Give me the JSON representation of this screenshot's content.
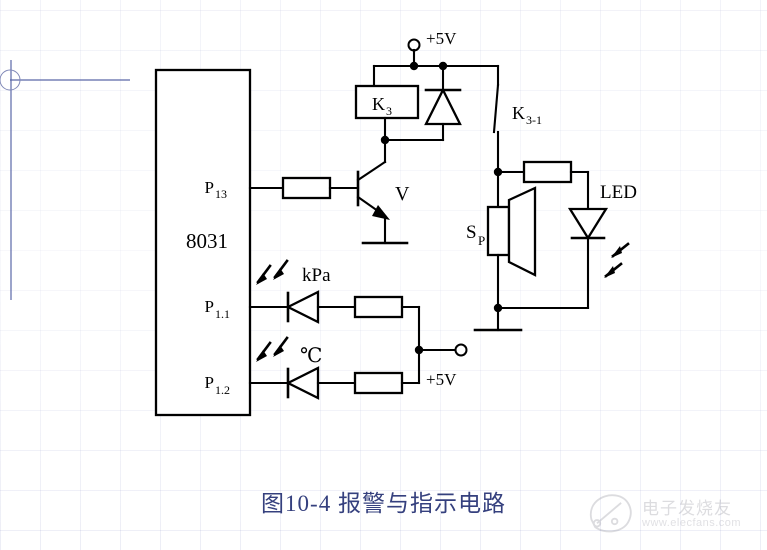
{
  "figure": {
    "caption": "图10-4  报警与指示电路",
    "caption_color": "#35407e",
    "line_color": "#000000",
    "background": "#ffffff"
  },
  "chip": {
    "label": "8031",
    "pins": [
      {
        "id": "p13",
        "label_main": "P",
        "label_sub": "13"
      },
      {
        "id": "p11",
        "label_main": "P",
        "label_sub": "1.1"
      },
      {
        "id": "p12",
        "label_main": "P",
        "label_sub": "1.2"
      }
    ]
  },
  "components": {
    "transistor": {
      "label": "V"
    },
    "relay_coil": {
      "label_main": "K",
      "label_sub": "3"
    },
    "relay_contact": {
      "label_main": "K",
      "label_sub": "3-1"
    },
    "speaker": {
      "label_main": "S",
      "label_sub": "P"
    },
    "led_indicator": {
      "label": "LED"
    },
    "pressure_led": {
      "label": "kPa"
    },
    "temperature_led": {
      "label": "℃"
    }
  },
  "supplies": [
    {
      "id": "vcc-top",
      "label": "+5V"
    },
    {
      "id": "vcc-bottom",
      "label": "+5V"
    }
  ],
  "watermark": {
    "text": "电子发烧友",
    "url": "www.elecfans.com"
  }
}
